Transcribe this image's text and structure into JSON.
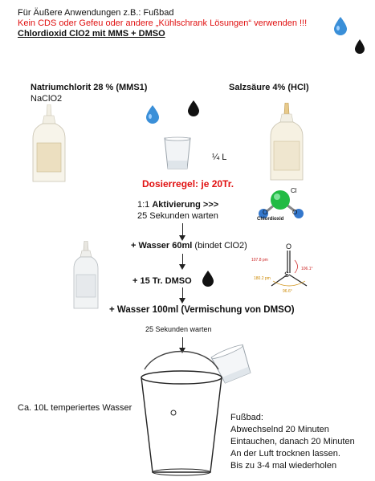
{
  "header": {
    "line1": "Für Äußere Anwendungen z.B.: Fußbad",
    "line2": "Kein CDS oder Gefeu oder andere „Kühlschrank Lösungen“ verwenden !!!",
    "line3": "Chlordioxid ClO2 mit MMS + DMSO"
  },
  "ingredients": {
    "left_title": "Natriumchlorit 28 % (MMS1)",
    "left_formula": "NaClO2",
    "right_title": "Salzsäure 4% (HCl)",
    "glass_label": "¼ L"
  },
  "steps": {
    "dose_rule": "Dosierregel:  je 20Tr.",
    "activation_prefix": "1:1 ",
    "activation_bold": "Aktivierung >>>",
    "wait1": "25 Sekunden warten",
    "water_bold": "+ Wasser 60ml",
    "water_note": " (bindet ClO2)",
    "dmso": "+ 15 Tr. DMSO",
    "water100": "+ Wasser 100ml (Vermischung von DMSO)",
    "wait2": "25 Sekunden warten"
  },
  "molecule_clo2": {
    "cl": "Cl",
    "o1": "O",
    "o2": "O",
    "name": "Chlordioxid"
  },
  "molecule_dmso": {
    "s": "S",
    "o": "O",
    "a1": "107.8 pm",
    "a2": "106.1°",
    "a3": "180.2 pm",
    "a4": "96.6°"
  },
  "bucket": {
    "label": "Ca. 10L temperiertes Wasser"
  },
  "footbath": {
    "title": "Fußbad:",
    "lines": [
      "Abwechselnd 20 Minuten",
      "Eintauchen, danach 20 Minuten",
      "An der Luft trocknen lassen.",
      "Bis zu 3-4 mal wiederholen"
    ]
  },
  "colors": {
    "warning": "#e01010",
    "clo2_green": "#22bb44",
    "oxygen_blue": "#3377cc",
    "drop_blue": "#3a8fd8"
  }
}
